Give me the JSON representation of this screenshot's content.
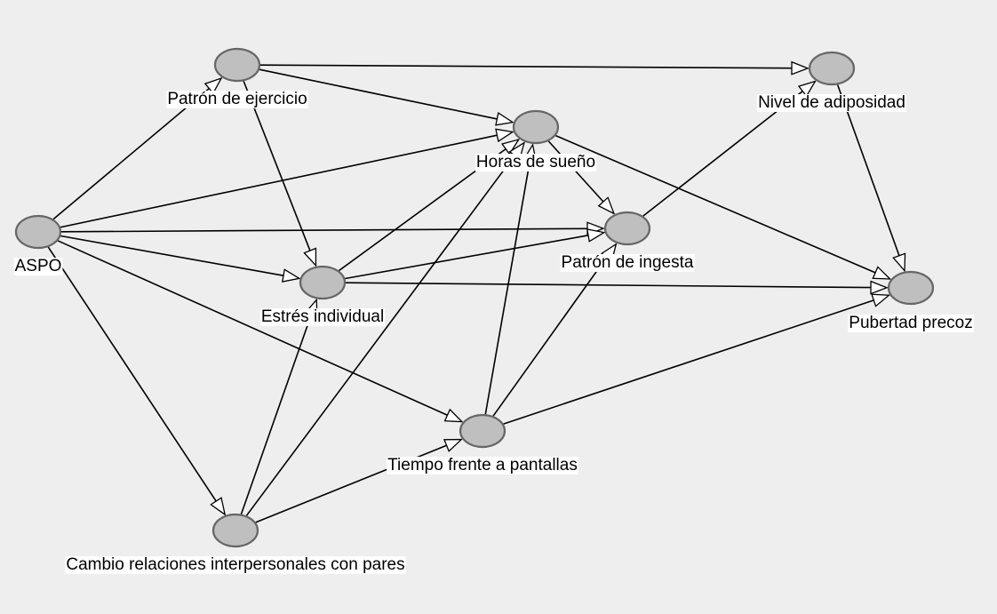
{
  "diagram": {
    "type": "directed-acyclic-graph",
    "colors": {
      "background": "#eeeeee",
      "node_fill": "#bfbfbf",
      "node_stroke": "#666666",
      "edge": "#000000",
      "label_background": "#ffffff"
    },
    "nodes": [
      {
        "id": "ejercicio",
        "label": "Patrón de ejercicio"
      },
      {
        "id": "sueno",
        "label": "Horas de sueño"
      },
      {
        "id": "adiposidad",
        "label": "Nivel de adiposidad"
      },
      {
        "id": "aspo",
        "label": "ASPO"
      },
      {
        "id": "ingesta",
        "label": "Patrón de ingesta"
      },
      {
        "id": "estres",
        "label": "Estrés individual"
      },
      {
        "id": "pubertad",
        "label": "Pubertad precoz"
      },
      {
        "id": "pantallas",
        "label": "Tiempo frente a pantallas"
      },
      {
        "id": "pares",
        "label": "Cambio relaciones interpersonales con pares"
      }
    ],
    "edges": [
      {
        "from": "aspo",
        "to": "ejercicio"
      },
      {
        "from": "aspo",
        "to": "sueno"
      },
      {
        "from": "aspo",
        "to": "ingesta"
      },
      {
        "from": "aspo",
        "to": "estres"
      },
      {
        "from": "aspo",
        "to": "pantallas"
      },
      {
        "from": "aspo",
        "to": "pares"
      },
      {
        "from": "ejercicio",
        "to": "adiposidad"
      },
      {
        "from": "ejercicio",
        "to": "sueno"
      },
      {
        "from": "ejercicio",
        "to": "estres"
      },
      {
        "from": "estres",
        "to": "sueno"
      },
      {
        "from": "estres",
        "to": "ingesta"
      },
      {
        "from": "estres",
        "to": "pubertad"
      },
      {
        "from": "sueno",
        "to": "ingesta"
      },
      {
        "from": "sueno",
        "to": "pubertad"
      },
      {
        "from": "ingesta",
        "to": "adiposidad"
      },
      {
        "from": "adiposidad",
        "to": "pubertad"
      },
      {
        "from": "pantallas",
        "to": "sueno"
      },
      {
        "from": "pantallas",
        "to": "ingesta"
      },
      {
        "from": "pantallas",
        "to": "pubertad"
      },
      {
        "from": "pares",
        "to": "estres"
      },
      {
        "from": "pares",
        "to": "sueno"
      },
      {
        "from": "pares",
        "to": "pantallas"
      }
    ]
  }
}
